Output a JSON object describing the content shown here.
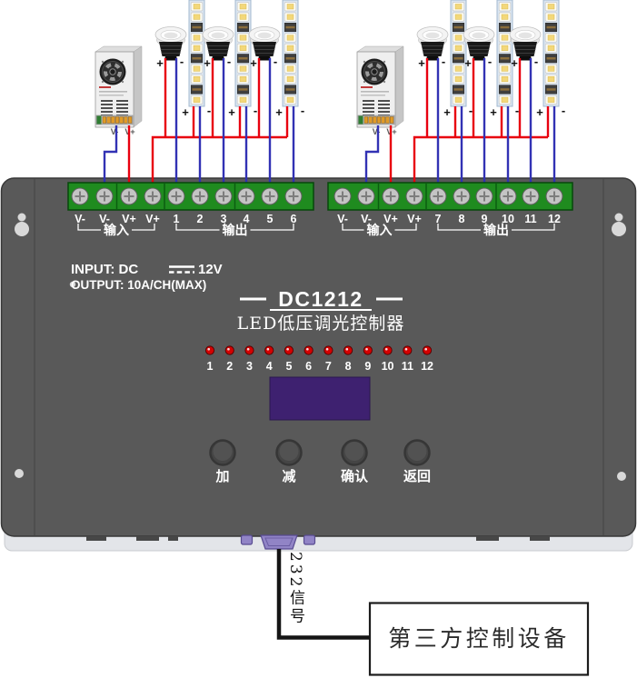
{
  "title": {
    "model": "DC1212",
    "subtitle": "LED低压调光控制器"
  },
  "specs": {
    "input_prefix": "INPUT:  DC",
    "input_voltage": "12V",
    "output": "OUTPUT: 10A/CH(MAX)"
  },
  "terminals": {
    "left": {
      "inputs": [
        "V-",
        "V-",
        "V+",
        "V+"
      ],
      "outputs": [
        "1",
        "2",
        "3",
        "4",
        "5",
        "6"
      ],
      "input_group": "输入",
      "output_group": "输出"
    },
    "right": {
      "inputs": [
        "V-",
        "V-",
        "V+",
        "V+"
      ],
      "outputs": [
        "7",
        "8",
        "9",
        "10",
        "11",
        "12"
      ],
      "input_group": "输入",
      "output_group": "输出"
    }
  },
  "indicators": [
    "1",
    "2",
    "3",
    "4",
    "5",
    "6",
    "7",
    "8",
    "9",
    "10",
    "11",
    "12"
  ],
  "buttons": [
    "加",
    "减",
    "确认",
    "返回"
  ],
  "psu": {
    "neg": "V-",
    "pos": "V+"
  },
  "lamps": {
    "plus": "+",
    "minus": "-"
  },
  "signal": {
    "label": "232信号"
  },
  "external": {
    "label": "第三方控制设备"
  },
  "colors": {
    "body": "#595959",
    "bottom_strip": "#e3e5e9",
    "terminal_green": "#1f8b1f",
    "wire_red": "#e8000f",
    "wire_blue": "#3232b4",
    "lcd": "#3e2170",
    "led": "#d40000",
    "connector": "#9184c6"
  }
}
